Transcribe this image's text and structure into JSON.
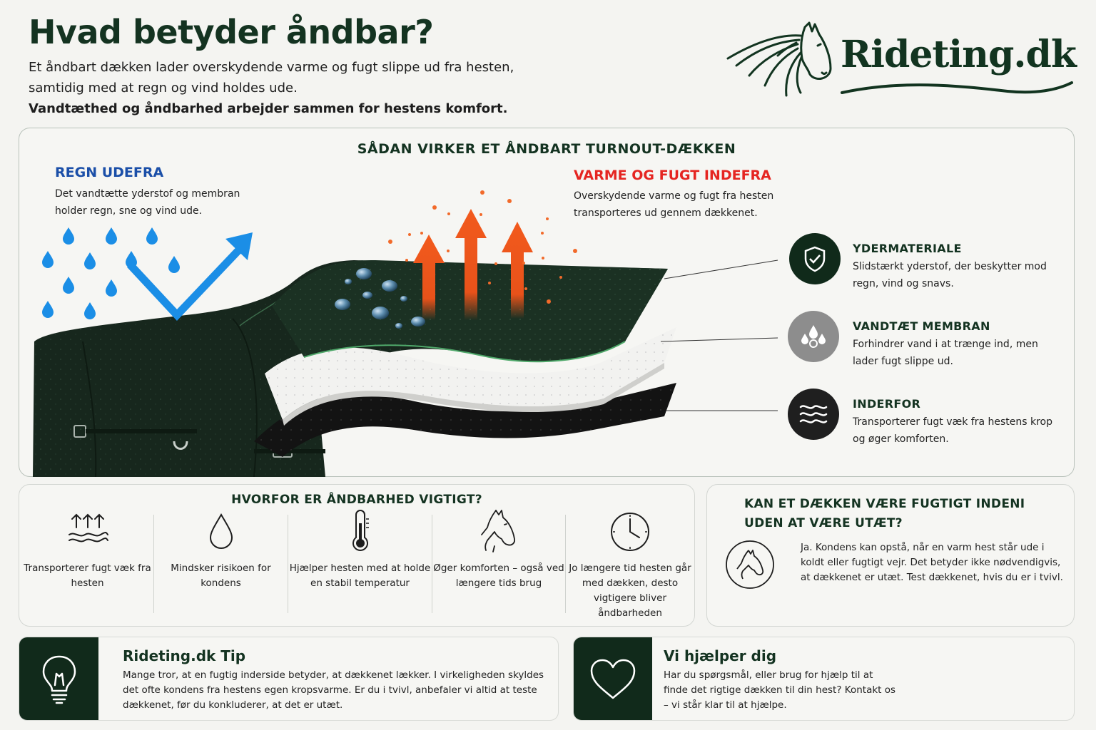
{
  "header": {
    "title": "Hvad betyder åndbar?",
    "intro_line1": "Et åndbart dækken lader overskydende varme og fugt slippe ud fra hesten,",
    "intro_line2": "samtidig med at regn og vind holdes ude.",
    "intro_bold": "Vandtæthed og åndbarhed arbejder sammen for hestens komfort."
  },
  "logo": {
    "text": "Rideting.dk",
    "icon": "horse-head-icon",
    "color": "#123420"
  },
  "diagram": {
    "heading": "SÅDAN VIRKER ET ÅNDBART TURNOUT-DÆKKEN",
    "rain": {
      "heading": "REGN UDEFRA",
      "text": "Det vandtætte yderstof og membran holder regn, sne og vind ude.",
      "color": "#1b4fa8",
      "icon": "raindrops-icon"
    },
    "heat": {
      "heading": "VARME OG FUGT INDEFRA",
      "text": "Overskydende varme og fugt fra hesten transporteres ud gennem dækkenet.",
      "color": "#e52521",
      "icon": "up-arrows-icon"
    },
    "layers": [
      {
        "title": "YDERMATERIALE",
        "text": "Slidstærkt yderstof, der beskytter mod regn, vind og snavs.",
        "icon": "shield-check-icon"
      },
      {
        "title": "VANDTÆT MEMBRAN",
        "text": "Forhindrer vand i at trænge ind, men lader fugt slippe ud.",
        "icon": "droplets-icon"
      },
      {
        "title": "INDERFOR",
        "text": "Transporterer fugt væk fra hestens krop og øger komforten.",
        "icon": "waves-icon"
      }
    ]
  },
  "why": {
    "heading": "HVORFOR ER ÅNDBARHED VIGTIGT?",
    "items": [
      {
        "text": "Transporterer fugt væk fra hesten",
        "icon": "moisture-arrows-icon"
      },
      {
        "text": "Mindsker risikoen for kondens",
        "icon": "droplet-icon"
      },
      {
        "text": "Hjælper hesten med at holde en stabil temperatur",
        "icon": "thermometer-icon"
      },
      {
        "text": "Øger komforten – også ved længere tids brug",
        "icon": "horse-head-icon"
      },
      {
        "text": "Jo længere tid hesten går med dækken, desto vigtigere bliver åndbarheden",
        "icon": "clock-icon"
      }
    ]
  },
  "damp": {
    "heading": "KAN ET DÆKKEN VÆRE FUGTIGT INDENI UDEN AT VÆRE UTÆT?",
    "text": "Ja. Kondens kan opstå, når en varm hest står ude i koldt eller fugtigt vejr. Det betyder ikke nødvendigvis, at dækkenet er utæt. Test dækkenet, hvis du er i tvivl.",
    "icon": "horse-head-circle-icon"
  },
  "tip": {
    "title": "Rideting.dk Tip",
    "text": "Mange tror, at en fugtig inderside betyder, at dækkenet lækker. I virkeligheden skyldes det ofte kondens fra hestens egen kropsvarme. Er du i tvivl, anbefaler vi altid at teste dækkenet, før du konkluderer, at det er utæt.",
    "icon": "lightbulb-icon"
  },
  "help": {
    "title": "Vi hjælper dig",
    "text": "Har du spørgsmål, eller brug for hjælp til at finde det rigtige dækken til din hest? Kontakt os – vi står klar til at hjælpe.",
    "icon": "heart-icon"
  },
  "colors": {
    "brand_green": "#143321",
    "rain_blue": "#1b8ee6",
    "heat_orange": "#f25a1d",
    "background": "#f4f4f1"
  }
}
